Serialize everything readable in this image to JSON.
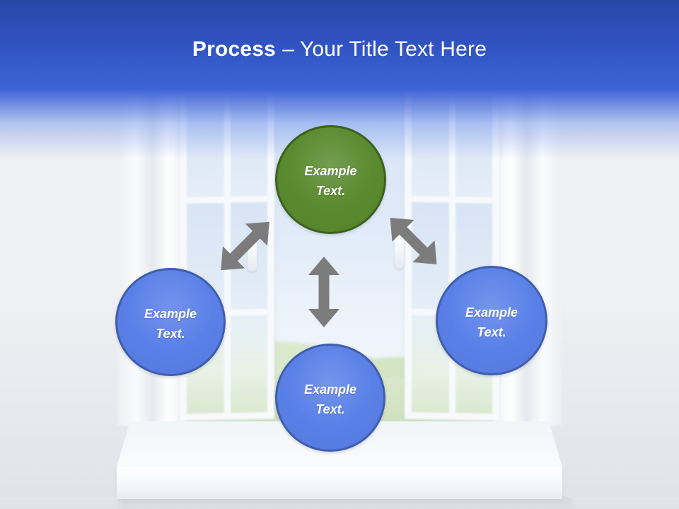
{
  "slide": {
    "title": {
      "emphasis": "Process",
      "rest": "– Your Title Text Here"
    }
  },
  "diagram": {
    "nodes": [
      {
        "id": "top",
        "color_name": "green",
        "lines": [
          "Example",
          "Text."
        ]
      },
      {
        "id": "left",
        "color_name": "blue",
        "lines": [
          "Example",
          "Text."
        ]
      },
      {
        "id": "right",
        "color_name": "blue",
        "lines": [
          "Example",
          "Text."
        ]
      },
      {
        "id": "bottom",
        "color_name": "blue",
        "lines": [
          "Example",
          "Text."
        ]
      }
    ],
    "arrows": [
      {
        "id": "left-diagonal",
        "type": "double-headed"
      },
      {
        "id": "center-vertical",
        "type": "double-headed"
      },
      {
        "id": "right-diagonal",
        "type": "double-headed"
      }
    ]
  },
  "colors": {
    "header_top": "#2A47A8",
    "header_bottom": "#3E63D6",
    "title_text": "#FFFFFF",
    "node_green_fill": "#5A8A2F",
    "node_green_border": "#3C611C",
    "node_blue_fill": "#5A80E8",
    "node_blue_border": "#3E5EAC",
    "arrow_gray": "#7C7C7C"
  }
}
